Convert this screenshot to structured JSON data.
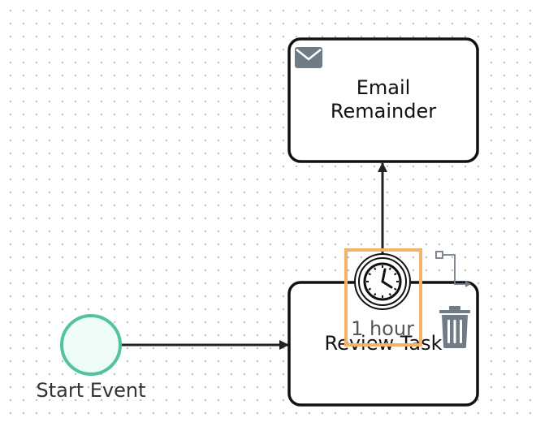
{
  "diagram": {
    "start_event": {
      "label": "Start Event"
    },
    "tasks": {
      "email_reminder": {
        "line1": "Email",
        "line2": "Remainder",
        "icon": "envelope-icon"
      },
      "review_task": {
        "label": "Review Task"
      }
    },
    "boundary_timer": {
      "label": "1 hour",
      "icon": "clock-icon",
      "selected": true
    },
    "context_pad": {
      "connect_icon": "connect-tool-icon",
      "delete_icon": "trash-icon"
    },
    "colors": {
      "start_event_stroke": "#52c2a0",
      "start_event_fill": "#effdf8",
      "selection": "#f4b26a",
      "task_stroke": "#111111",
      "icon_gray": "#6f7b86"
    }
  }
}
